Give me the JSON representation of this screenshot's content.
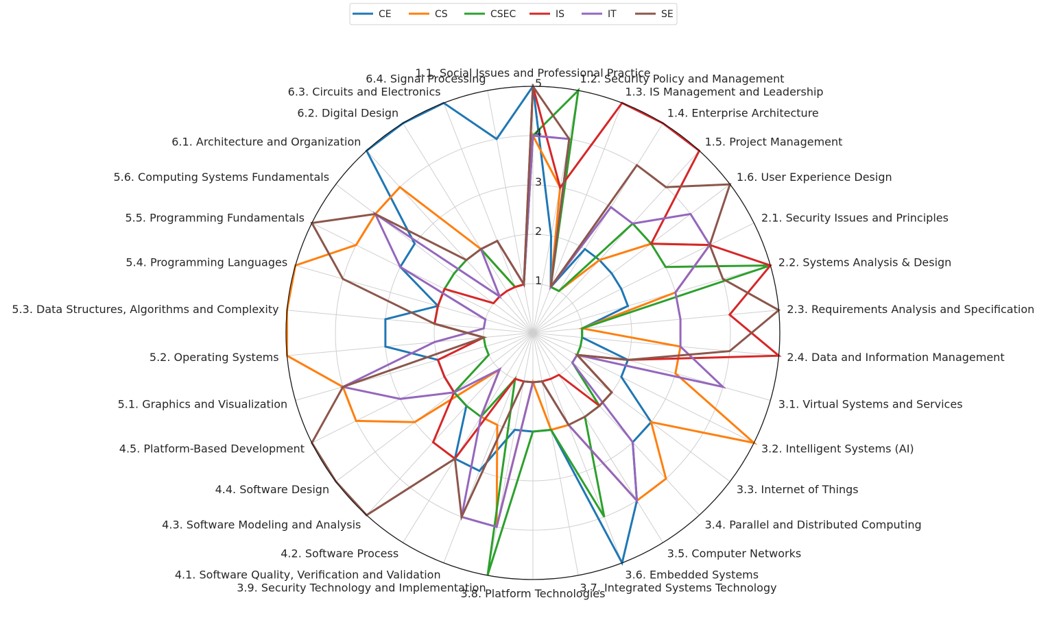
{
  "chart_data": {
    "type": "radar",
    "title": "",
    "rlim": [
      0,
      5
    ],
    "r_ticks": [
      "1",
      "2",
      "3",
      "4",
      "5"
    ],
    "grid": true,
    "legend_placement": "top-center",
    "categories": [
      "1.1. Social Issues and Professional Practice",
      "1.2. Security Policy and Management",
      "1.3. IS Management and Leadership",
      "1.4. Enterprise Architecture",
      "1.5. Project Management",
      "1.6. User Experience Design",
      "2.1. Security Issues and Principles",
      "2.2. Systems Analysis & Design",
      "2.3. Requirements Analysis and Specification",
      "2.4. Data and Information Management",
      "3.1. Virtual Systems and Services",
      "3.2. Intelligent Systems (AI)",
      "3.3. Internet of Things",
      "3.4. Parallel and Distributed Computing",
      "3.5. Computer Networks",
      "3.6. Embedded Systems",
      "3.7. Integrated Systems Technology",
      "3.8. Platform Technologies",
      "3.9. Security Technology and Implementation",
      "4.1. Software Quality, Verification and Validation",
      "4.2. Software Process",
      "4.3. Software Modeling and Analysis",
      "4.4. Software Design",
      "4.5. Platform-Based Development",
      "5.1. Graphics and Visualization",
      "5.2. Operating Systems",
      "5.3. Data Structures, Algorithms and Complexity",
      "5.4. Programming Languages",
      "5.5. Programming Fundamentals",
      "5.6. Computing Systems Fundamentals",
      "6.1. Architecture and Organization",
      "6.2. Digital Design",
      "6.3. Circuits and Electronics",
      "6.4. Signal Processing"
    ],
    "series": [
      {
        "name": "CE",
        "color": "#1f77b4",
        "values": [
          5,
          2,
          1,
          2,
          2,
          2,
          2,
          2,
          1,
          1,
          2,
          2,
          3,
          3,
          4,
          5,
          2,
          2,
          2,
          3,
          3,
          2,
          2,
          2,
          2,
          3,
          3,
          2,
          3,
          3,
          5,
          5,
          5,
          4
        ]
      },
      {
        "name": "CS",
        "color": "#ff7f0e",
        "values": [
          4,
          3,
          1,
          1,
          2,
          3,
          4,
          3,
          1,
          3,
          3,
          5,
          3,
          4,
          4,
          2,
          2,
          1,
          4,
          2,
          2,
          1,
          3,
          4,
          4,
          5,
          5,
          5,
          4,
          4,
          4,
          2,
          1,
          1
        ]
      },
      {
        "name": "CSEC",
        "color": "#2ca02c",
        "values": [
          4,
          5,
          1,
          1,
          3,
          3,
          3,
          5,
          1,
          1,
          1,
          1,
          1,
          2,
          2,
          4,
          2,
          2,
          5,
          1,
          2,
          2,
          2,
          1,
          1,
          1,
          2,
          2,
          2,
          2,
          2,
          2,
          1,
          1
        ]
      },
      {
        "name": "IS",
        "color": "#d62728",
        "values": [
          5,
          3,
          5,
          5,
          5,
          3,
          4,
          5,
          4,
          5,
          2,
          1,
          2,
          2,
          1,
          1,
          1,
          1,
          1,
          1,
          3,
          3,
          2,
          2,
          2,
          1,
          2,
          2,
          2,
          1,
          1,
          1,
          1,
          1
        ]
      },
      {
        "name": "IT",
        "color": "#9467bd",
        "values": [
          4,
          4,
          1,
          3,
          3,
          4,
          4,
          3,
          3,
          3,
          4,
          1,
          1,
          3,
          4,
          2,
          1,
          1,
          4,
          4,
          2,
          1,
          2,
          3,
          4,
          2,
          1,
          1,
          3,
          4,
          1,
          2,
          2,
          1
        ]
      },
      {
        "name": "SE",
        "color": "#8c564b",
        "values": [
          5,
          4,
          1,
          4,
          4,
          5,
          4,
          4,
          5,
          4,
          2,
          1,
          2,
          2,
          2,
          2,
          1,
          1,
          1,
          4,
          3,
          5,
          5,
          5,
          4,
          1,
          2,
          4,
          5,
          4,
          2,
          2,
          2,
          1
        ]
      }
    ]
  }
}
